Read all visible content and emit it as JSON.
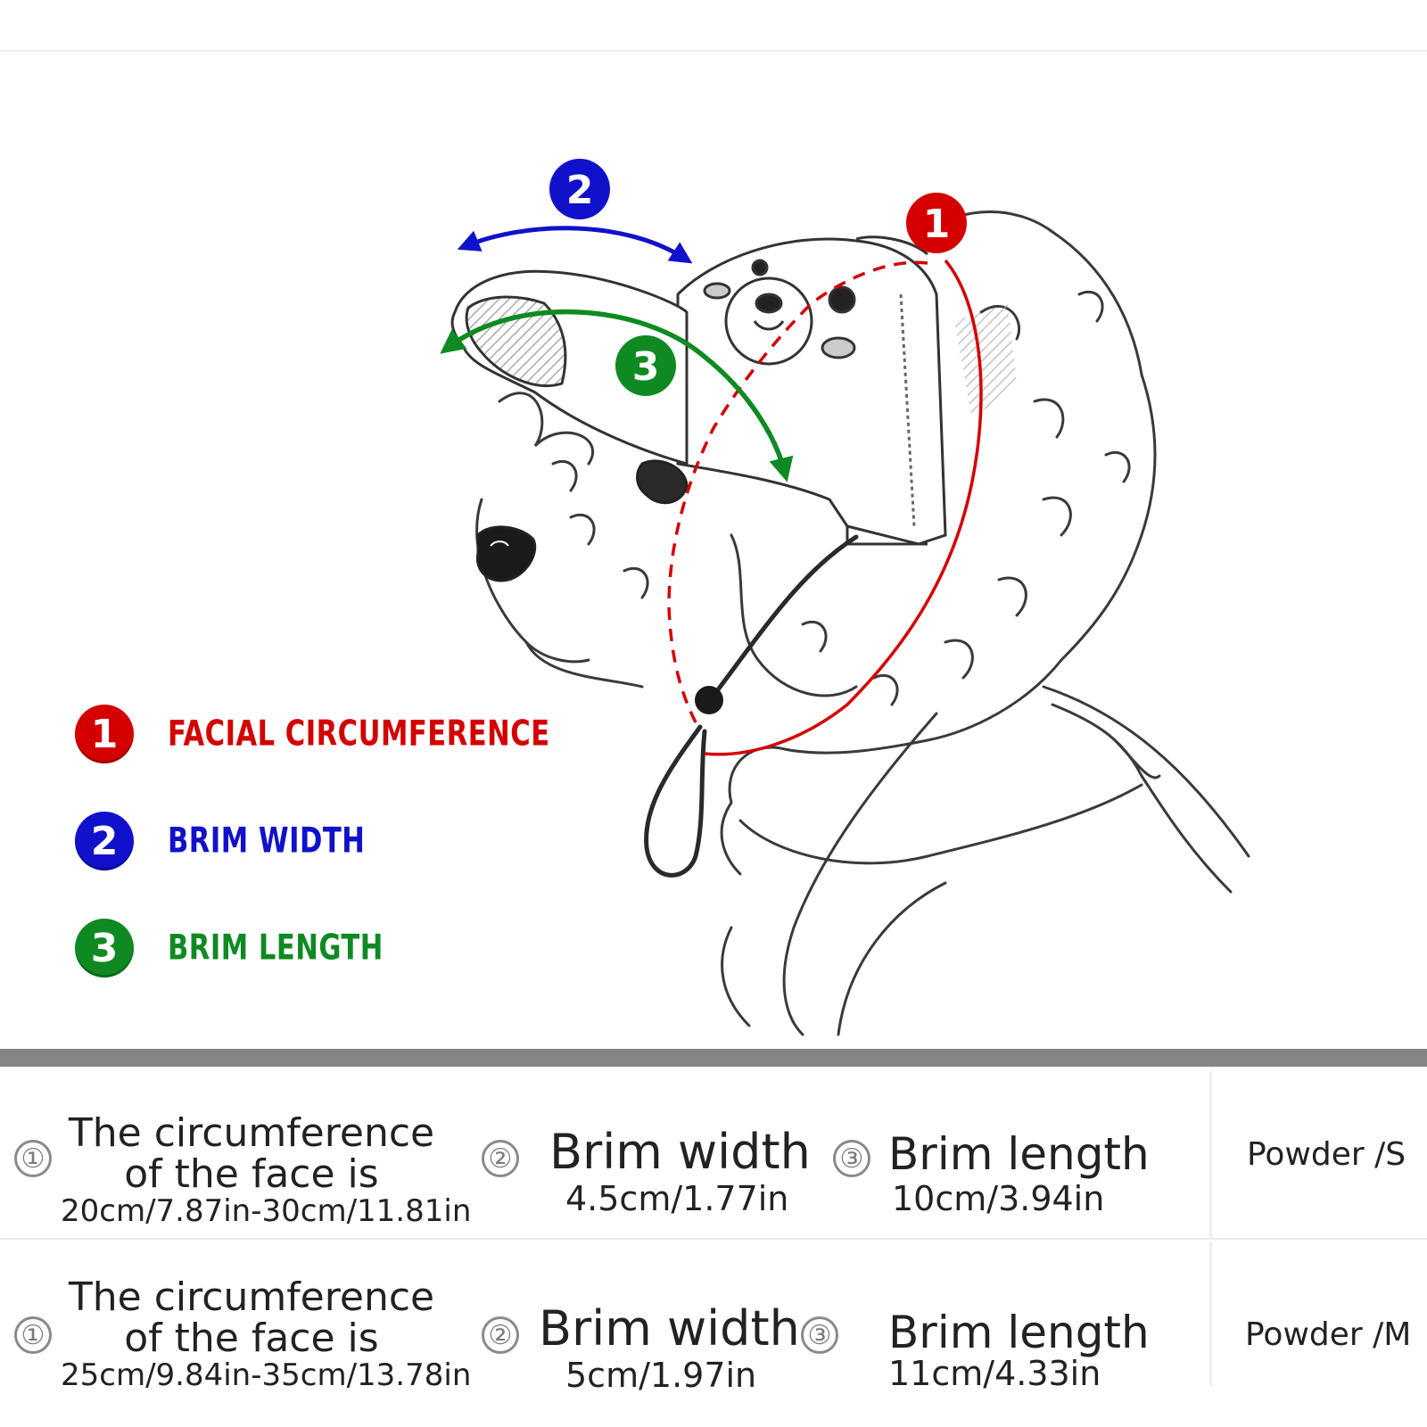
{
  "illustration": {
    "markers": {
      "facial": "1",
      "width": "2",
      "length": "3"
    },
    "colors": {
      "red": "#d40000",
      "blue": "#1111cc",
      "green": "#0f8a22"
    }
  },
  "legend": [
    {
      "number": "1",
      "label": "FACIAL CIRCUMFERENCE",
      "color": "#d40000"
    },
    {
      "number": "2",
      "label": "BRIM WIDTH",
      "color": "#1111cc"
    },
    {
      "number": "3",
      "label": "BRIM LENGTH",
      "color": "#0f8a22"
    }
  ],
  "size_table": {
    "rows": [
      {
        "face_marker": "①",
        "face_title_line1": "The circumference",
        "face_title_line2": "of the face is",
        "face_range": "20cm/7.87in-30cm/11.81in",
        "width_marker": "②",
        "width_label": "Brim width",
        "width_value": "4.5cm/1.77in",
        "length_marker": "③",
        "length_label": "Brim length",
        "length_value": "10cm/3.94in",
        "size": "Powder /S"
      },
      {
        "face_marker": "①",
        "face_title_line1": "The circumference",
        "face_title_line2": "of the face is",
        "face_range": "25cm/9.84in-35cm/13.78in",
        "width_marker": "②",
        "width_label": "Brim width",
        "width_value": "5cm/1.97in",
        "length_marker": "③",
        "length_label": "Brim length",
        "length_value": "11cm/4.33in",
        "size": "Powder /M"
      }
    ]
  }
}
